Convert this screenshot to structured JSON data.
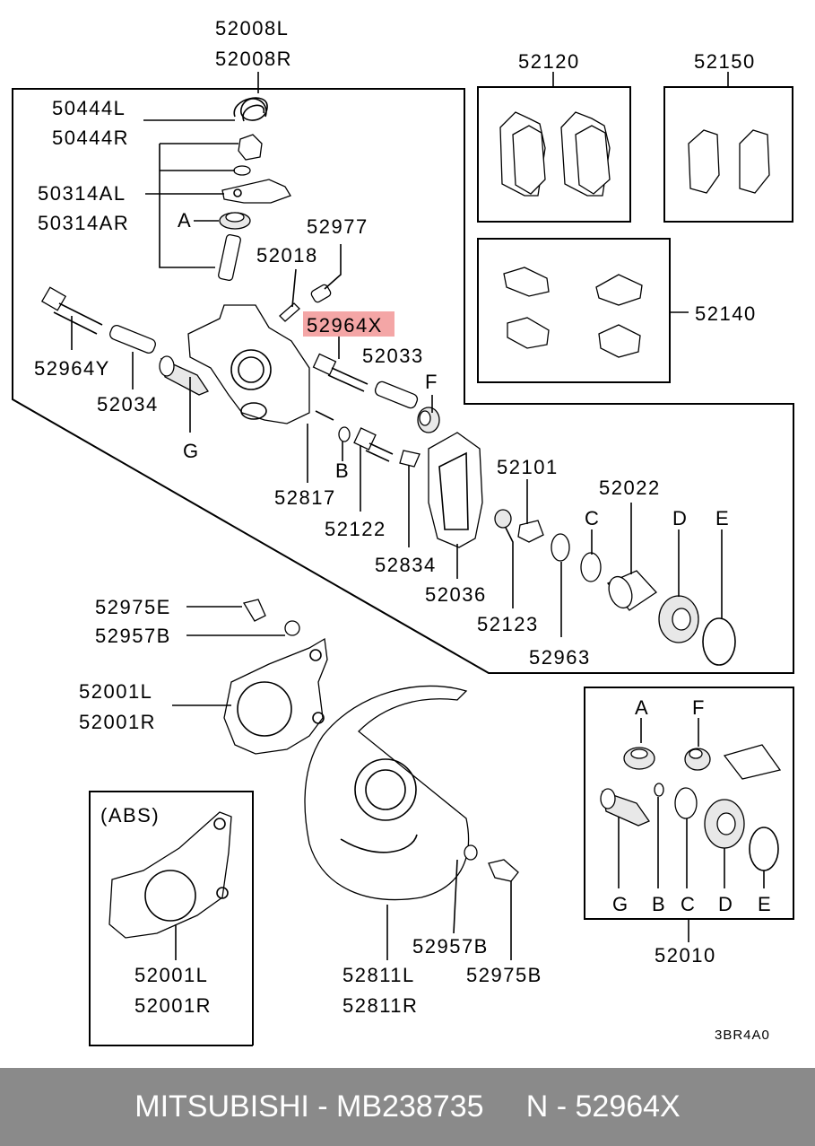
{
  "labels": {
    "p52008L": "52008L",
    "p52008R": "52008R",
    "p50444L": "50444L",
    "p50444R": "50444R",
    "p50314AL": "50314AL",
    "p50314AR": "50314AR",
    "refA1": "A",
    "p52977": "52977",
    "p52018": "52018",
    "p52964X": "52964X",
    "p52964Y": "52964Y",
    "p52033": "52033",
    "refF1": "F",
    "p52034": "52034",
    "refG1": "G",
    "p52817": "52817",
    "refB1": "B",
    "p52122": "52122",
    "p52834": "52834",
    "p52036": "52036",
    "p52101": "52101",
    "p52022": "52022",
    "refC1": "C",
    "refD1": "D",
    "refE1": "E",
    "p52123": "52123",
    "p52963": "52963",
    "p52120": "52120",
    "p52150": "52150",
    "p52140": "52140",
    "p52975E": "52975E",
    "p52957B_top": "52957B",
    "p52001L_top": "52001L",
    "p52001R_top": "52001R",
    "abs": "(ABS)",
    "p52001L_abs": "52001L",
    "p52001R_abs": "52001R",
    "p52811L": "52811L",
    "p52811R": "52811R",
    "p52957B_bot": "52957B",
    "p52975B": "52975B",
    "refA2": "A",
    "refF2": "F",
    "refG2": "G",
    "refB2": "B",
    "refC2": "C",
    "refD2": "D",
    "refE2": "E",
    "p52010": "52010",
    "diagram_code": "3BR4A0"
  },
  "footer": {
    "text": "MITSUBISHI - MB238735     N - 52964X"
  },
  "colors": {
    "highlight": "#f4a6a6",
    "footer_bg": "#8a8a8a"
  }
}
